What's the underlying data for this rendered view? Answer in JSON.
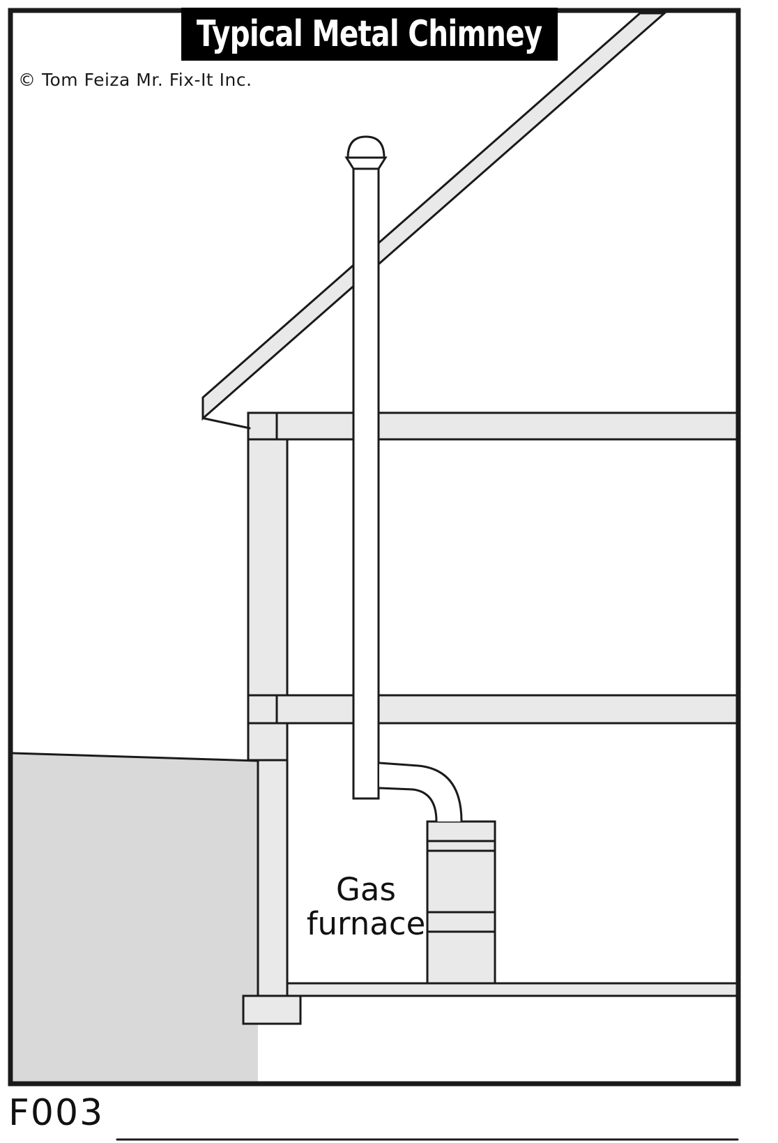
{
  "header": {
    "title": "Typical Metal Chimney"
  },
  "copyright": "© Tom Feiza Mr. Fix-It Inc.",
  "figure_code": "F003",
  "furnace_label": {
    "line1": "Gas",
    "line2": "furnace"
  },
  "colors": {
    "line": "#1a1a1a",
    "fill_structure": "#e9e9e9",
    "fill_ground": "#d9d9d9",
    "fill_white": "#ffffff",
    "title_bg": "#000000",
    "title_text": "#ffffff"
  },
  "diagram": {
    "type": "house_cross_section",
    "parts": [
      "rain-cap",
      "metal-chimney-pipe",
      "roof",
      "ceiling-joist-band",
      "floor-joist-band",
      "exterior-wall",
      "foundation-wall",
      "footing",
      "grade-ground",
      "basement-slab",
      "flue-connector",
      "gas-furnace"
    ]
  }
}
